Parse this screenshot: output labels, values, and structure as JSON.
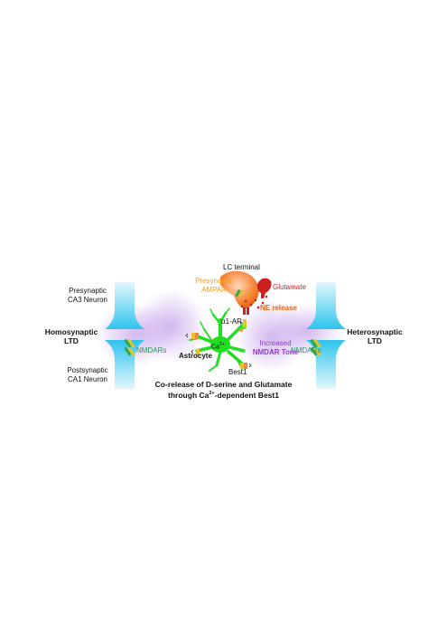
{
  "colors": {
    "synapse": "#2ec4ee",
    "synapse_glow": "#c3ecfb",
    "astrocyte": "#22dd22",
    "lc_terminal": "#f7873a",
    "glutamate": "#cc1f1f",
    "ne_release": "#e8620f",
    "nmdar_tone": "#8d3fc6",
    "nmdar_text": "#1f9b57",
    "presyn_ampar": "#f29d1d",
    "purple_haze": "#b07ee3"
  },
  "icons": [
    "synapse-icon",
    "receptor-icon",
    "astrocyte-icon",
    "terminal-icon",
    "vesicle-icon"
  ],
  "left": {
    "presynaptic": [
      "Presynaptic",
      "CA3 Neuron"
    ],
    "title": [
      "Homosynaptic",
      "LTD"
    ],
    "postsynaptic": [
      "Postsynaptic",
      "CA1 Neuron"
    ],
    "nmdars": "NMDARs"
  },
  "right": {
    "title": [
      "Heterosynaptic",
      "LTD"
    ],
    "nmdars": "NMDARs"
  },
  "center": {
    "lc_terminal": "LC terminal",
    "presynaptic_ampar": [
      "Presynaptic",
      "AMPAR"
    ],
    "glutamate": "Glutamate",
    "ne_release": "NE release",
    "alpha1_ar": "α1-AR",
    "calcium": "Ca",
    "calcium_sup": "2+",
    "astrocyte": "Astrocyte",
    "best1": "Best1",
    "nmdar_tone": [
      "Increased",
      "NMDAR Tone"
    ],
    "caption_line1": "Co-release of D-serine and Glutamate",
    "caption_line2_pre": "through Ca",
    "caption_line2_sup": "2+",
    "caption_line2_post": "-dependent Best1"
  }
}
